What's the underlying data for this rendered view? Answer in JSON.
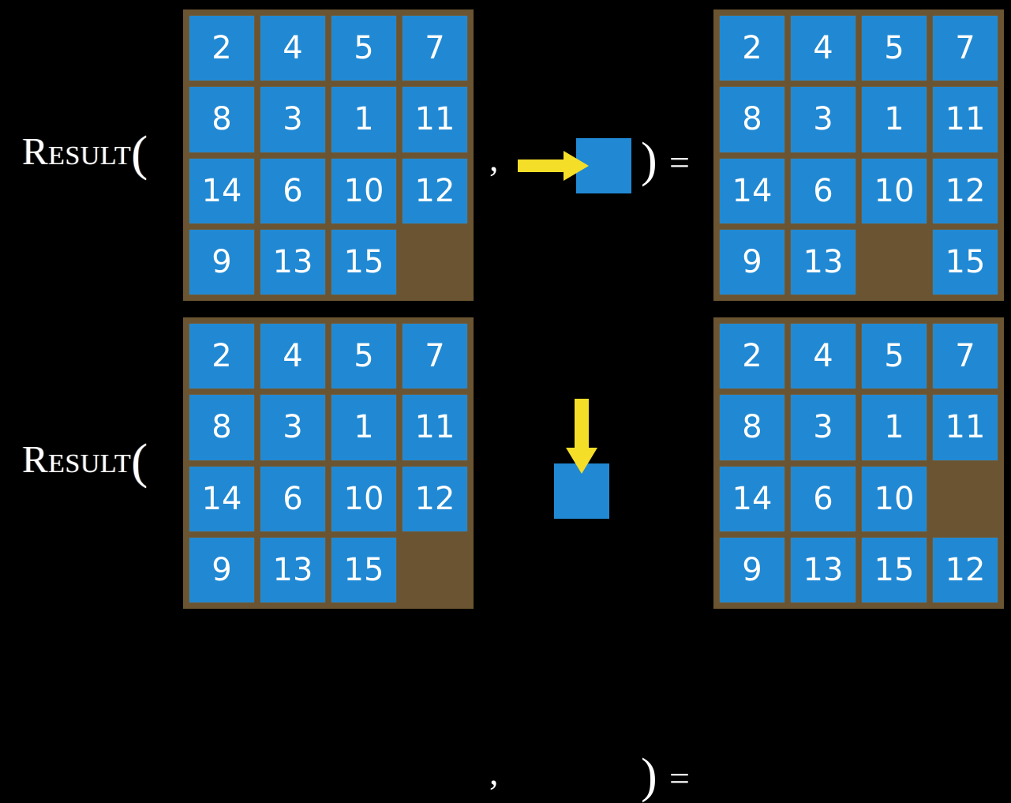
{
  "background_color": "#000000",
  "palette": {
    "board": "#6a5431",
    "tile": "#2189d3",
    "tile_text": "#ffffff",
    "arrow": "#f5de28",
    "text": "#ffffff"
  },
  "rows": [
    {
      "id": "result-row-move-right",
      "label": "Result",
      "paren_open": "(",
      "comma": ",",
      "paren_close": ")",
      "equals": "=",
      "input_board": {
        "name": "input-board-row-1",
        "columns": 4,
        "rows": 4,
        "tiles": [
          [
            "2",
            "4",
            "5",
            "7"
          ],
          [
            "8",
            "3",
            "1",
            "11"
          ],
          [
            "14",
            "6",
            "10",
            "12"
          ],
          [
            "9",
            "13",
            "15",
            ""
          ]
        ],
        "blank_cell": {
          "row": 3,
          "col": 3
        }
      },
      "action": {
        "name": "move-right-action",
        "arrow_direction": "right",
        "arrow_icon": "arrow-right-icon",
        "tile_label": ""
      },
      "output_board": {
        "name": "output-board-row-1",
        "columns": 4,
        "rows": 4,
        "tiles": [
          [
            "2",
            "4",
            "5",
            "7"
          ],
          [
            "8",
            "3",
            "1",
            "11"
          ],
          [
            "14",
            "6",
            "10",
            "12"
          ],
          [
            "9",
            "13",
            "",
            "15"
          ]
        ],
        "blank_cell": {
          "row": 3,
          "col": 2
        }
      }
    },
    {
      "id": "result-row-move-down",
      "label": "Result",
      "paren_open": "(",
      "comma": ",",
      "paren_close": ")",
      "equals": "=",
      "input_board": {
        "name": "input-board-row-2",
        "columns": 4,
        "rows": 4,
        "tiles": [
          [
            "2",
            "4",
            "5",
            "7"
          ],
          [
            "8",
            "3",
            "1",
            "11"
          ],
          [
            "14",
            "6",
            "10",
            "12"
          ],
          [
            "9",
            "13",
            "15",
            ""
          ]
        ],
        "blank_cell": {
          "row": 3,
          "col": 3
        }
      },
      "action": {
        "name": "move-down-action",
        "arrow_direction": "down",
        "arrow_icon": "arrow-down-icon",
        "tile_label": ""
      },
      "output_board": {
        "name": "output-board-row-2",
        "columns": 4,
        "rows": 4,
        "tiles": [
          [
            "2",
            "4",
            "5",
            "7"
          ],
          [
            "8",
            "3",
            "1",
            "11"
          ],
          [
            "14",
            "6",
            "10",
            ""
          ],
          [
            "9",
            "13",
            "15",
            "12"
          ]
        ],
        "blank_cell": {
          "row": 2,
          "col": 3
        }
      }
    }
  ]
}
